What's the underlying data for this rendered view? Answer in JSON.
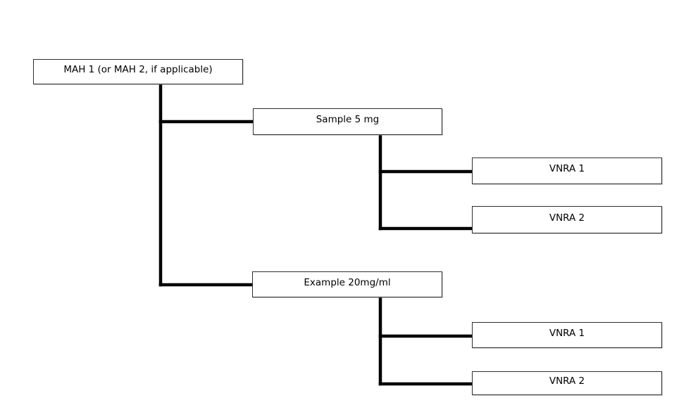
{
  "diagram": {
    "root": {
      "label": "MAH 1 (or MAH 2, if applicable)"
    },
    "branches": [
      {
        "label": "Sample 5 mg",
        "children": [
          {
            "label": "VNRA 1"
          },
          {
            "label": "VNRA 2"
          }
        ]
      },
      {
        "label": "Example 20mg/ml",
        "children": [
          {
            "label": "VNRA 1"
          },
          {
            "label": "VNRA 2"
          }
        ]
      }
    ],
    "colors": {
      "background": "#ffffff",
      "box_fill": "#ffffff",
      "box_border": "#2e2e2e",
      "connector": "#000000",
      "text": "#000000"
    }
  }
}
